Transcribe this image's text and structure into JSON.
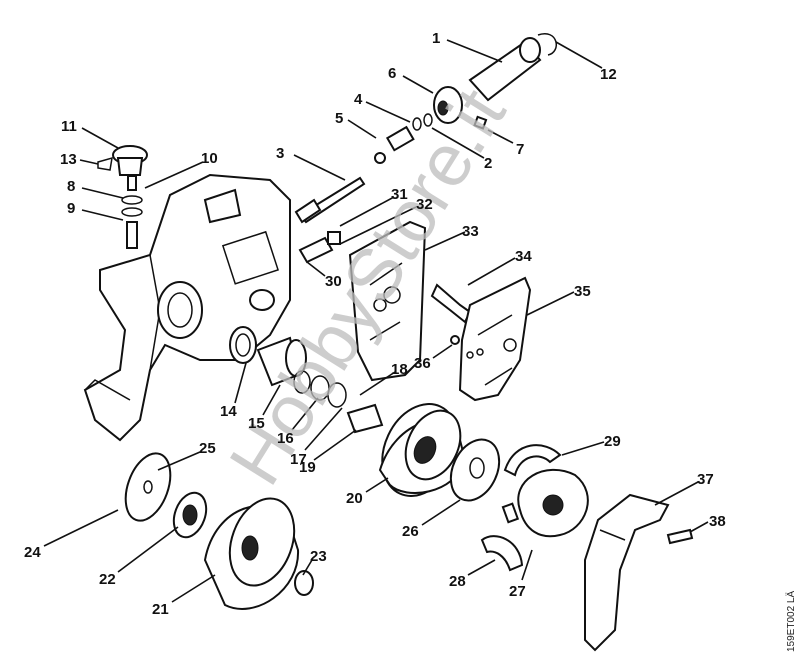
{
  "diagram": {
    "labels": [
      {
        "id": "1",
        "text": "1"
      },
      {
        "id": "2",
        "text": "2"
      },
      {
        "id": "3",
        "text": "3"
      },
      {
        "id": "4",
        "text": "4"
      },
      {
        "id": "5",
        "text": "5"
      },
      {
        "id": "6",
        "text": "6"
      },
      {
        "id": "7",
        "text": "7"
      },
      {
        "id": "8",
        "text": "8"
      },
      {
        "id": "9",
        "text": "9"
      },
      {
        "id": "10",
        "text": "10"
      },
      {
        "id": "11",
        "text": "11"
      },
      {
        "id": "12",
        "text": "12"
      },
      {
        "id": "13",
        "text": "13"
      },
      {
        "id": "14",
        "text": "14"
      },
      {
        "id": "15",
        "text": "15"
      },
      {
        "id": "16",
        "text": "16"
      },
      {
        "id": "17",
        "text": "17"
      },
      {
        "id": "18",
        "text": "18"
      },
      {
        "id": "19",
        "text": "19"
      },
      {
        "id": "20",
        "text": "20"
      },
      {
        "id": "21",
        "text": "21"
      },
      {
        "id": "22",
        "text": "22"
      },
      {
        "id": "23",
        "text": "23"
      },
      {
        "id": "24",
        "text": "24"
      },
      {
        "id": "25",
        "text": "25"
      },
      {
        "id": "26",
        "text": "26"
      },
      {
        "id": "27",
        "text": "27"
      },
      {
        "id": "28",
        "text": "28"
      },
      {
        "id": "29",
        "text": "29"
      },
      {
        "id": "30",
        "text": "30"
      },
      {
        "id": "31",
        "text": "31"
      },
      {
        "id": "32",
        "text": "32"
      },
      {
        "id": "33",
        "text": "33"
      },
      {
        "id": "34",
        "text": "34"
      },
      {
        "id": "35",
        "text": "35"
      },
      {
        "id": "36",
        "text": "36"
      },
      {
        "id": "37",
        "text": "37"
      },
      {
        "id": "38",
        "text": "38"
      }
    ],
    "drawing_code": "159ET002 LÄ",
    "watermark": "HobbyStore.it"
  }
}
